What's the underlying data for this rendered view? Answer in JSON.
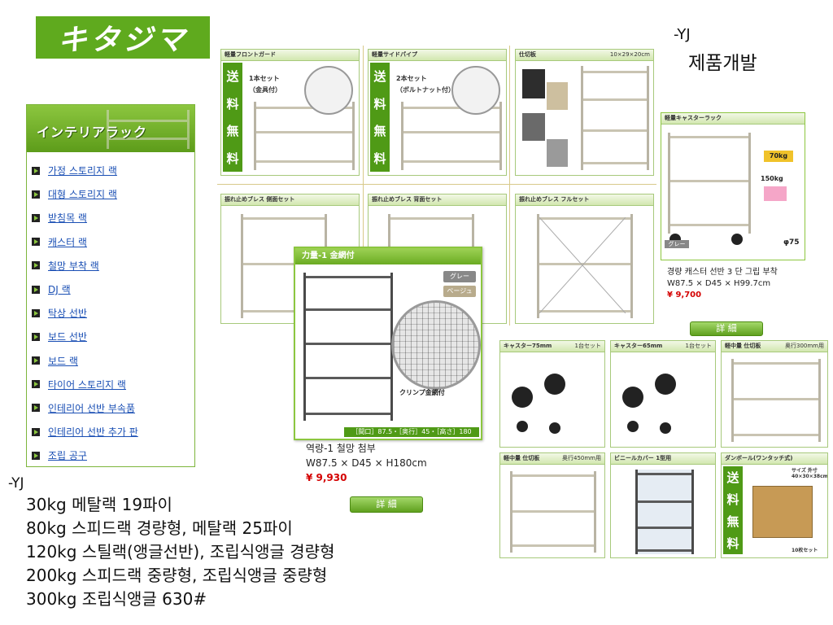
{
  "logo": {
    "text": "キタジマ"
  },
  "header_note": {
    "author": "-YJ",
    "subtitle": "제품개발"
  },
  "sidebar": {
    "title": "インテリアラック",
    "items": [
      {
        "label": "가정 스토리지 랙"
      },
      {
        "label": "대형 스토리지 랙"
      },
      {
        "label": "받침목 랙"
      },
      {
        "label": "캐스터 랙"
      },
      {
        "label": "철망 부착 랙"
      },
      {
        "label": "DJ 랙"
      },
      {
        "label": "탁상 선반"
      },
      {
        "label": "보드 선반"
      },
      {
        "label": "보드 랙"
      },
      {
        "label": "타이어 스토리지 랙"
      },
      {
        "label": "인테리어 선반 부속품"
      },
      {
        "label": "인테리어 선반 추가 판"
      },
      {
        "label": "조립 공구"
      }
    ]
  },
  "notes": {
    "author": "-YJ",
    "lines": [
      "30kg 메탈랙 19파이",
      "80kg 스피드랙 경량형, 메탈랙 25파이",
      "120kg 스틸랙(앵글선반), 조립식앵글 경량형",
      "200kg 스피드랙 중량형, 조립식앵글 중량형",
      "300kg 조립식앵글 630#"
    ]
  },
  "top_cards": [
    {
      "title": "軽量フロントガード",
      "free": [
        "送",
        "料",
        "無",
        "料"
      ],
      "note1": "1本セット",
      "note2": "（金具付）"
    },
    {
      "title": "軽量サイドパイプ",
      "free": [
        "送",
        "料",
        "無",
        "料"
      ],
      "note1": "2本セット",
      "note2": "（ボルトナット付）"
    },
    {
      "title": "仕切板",
      "spec": "10×29×20cm"
    }
  ],
  "mid_cards": [
    {
      "title": "振れ止めブレス 側面セット"
    },
    {
      "title": "振れ止めブレス 背面セット"
    },
    {
      "title": "振れ止めブレス フルセット"
    }
  ],
  "main_product": {
    "head": "力量-1 金網付",
    "color1": "グレー",
    "color2": "ベージュ",
    "zoom_label": "クリンプ金網付",
    "dims": "［間口］87.5・［奥行］45・［高さ］180",
    "name": "역량-1 철망 첨부",
    "size": "W87.5 × D45 × H180cm",
    "price": "¥ 9,930",
    "button": "詳 細"
  },
  "caster_product": {
    "head": "軽量キャスターラック",
    "weight1": "70kg",
    "weight2": "150kg",
    "color": "グレー",
    "caster": "φ75",
    "name": "경량 캐스터 선반 3 단 그립 부착",
    "size": "W87.5 × D45 × H99.7cm",
    "price": "¥ 9,700",
    "button": "詳 細"
  },
  "bottom_cards": [
    {
      "title": "キャスター75mm",
      "spec": "1台セット"
    },
    {
      "title": "キャスター65mm",
      "spec": "1台セット"
    },
    {
      "title": "軽中量 仕切板",
      "spec": "奥行300mm用"
    },
    {
      "title": "軽中量 仕切板",
      "spec": "奥行450mm用"
    },
    {
      "title": "ビニールカバー 1型用"
    },
    {
      "title": "ダンボール(ワンタッチ式)",
      "free": [
        "送",
        "料",
        "無",
        "料"
      ],
      "box_size": "サイズ 外寸40×30×38cm",
      "box_note": "10枚セット"
    }
  ]
}
